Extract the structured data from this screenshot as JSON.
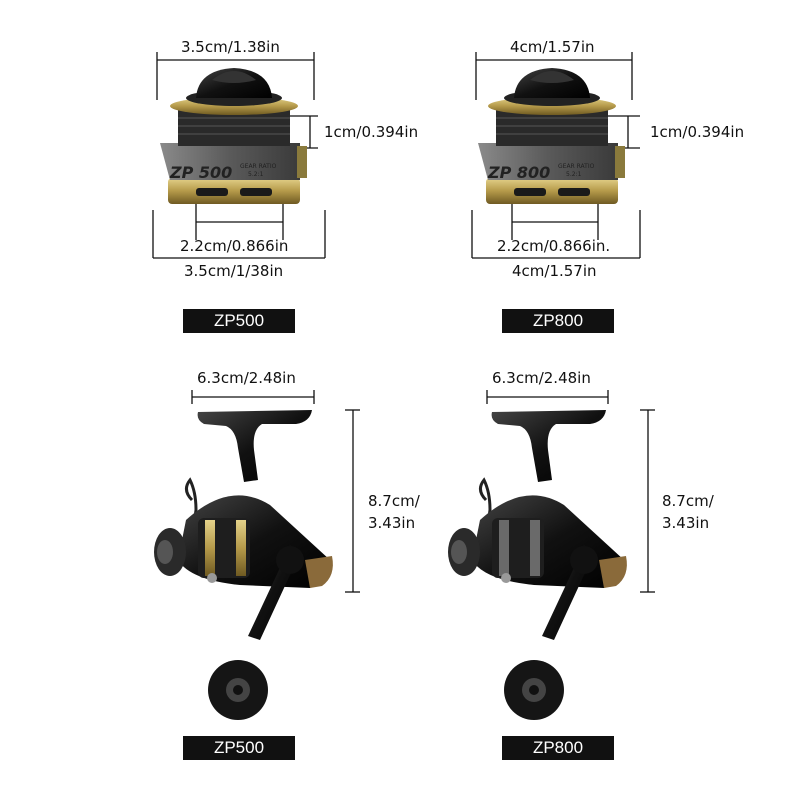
{
  "spools": [
    {
      "model_print": "ZP 500",
      "gear_ratio_label": "GEAR RATIO",
      "gear_ratio_value": "5.2:1",
      "top_width": "3.5cm/1.38in",
      "height": "1cm/0.394in",
      "inner_width": "2.2cm/0.866in",
      "bottom_width": "3.5cm/1/38in",
      "badge": "ZP500"
    },
    {
      "model_print": "ZP 800",
      "gear_ratio_label": "GEAR RATIO",
      "gear_ratio_value": "5.2:1",
      "top_width": "4cm/1.57in",
      "height": "1cm/0.394in",
      "inner_width": "2.2cm/0.866in.",
      "bottom_width": "4cm/1.57in",
      "badge": "ZP800"
    }
  ],
  "reels": [
    {
      "width": "6.3cm/2.48in",
      "height_line1": "8.7cm/",
      "height_line2": "3.43in",
      "badge": "ZP500"
    },
    {
      "width": "6.3cm/2.48in",
      "height_line1": "8.7cm/",
      "height_line2": "3.43in",
      "badge": "ZP800"
    }
  ],
  "colors": {
    "gold": "#b59a4a",
    "black": "#151515",
    "grey": "#6d6d6d",
    "badge": "#111111"
  }
}
